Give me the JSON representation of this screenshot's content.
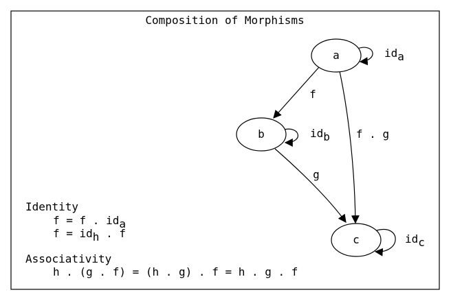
{
  "title": "Composition of Morphisms",
  "nodes": {
    "a": {
      "label": "a"
    },
    "b": {
      "label": "b"
    },
    "c": {
      "label": "c"
    }
  },
  "edges": {
    "a_b": {
      "label": "f"
    },
    "b_c": {
      "label": "g"
    },
    "a_c": {
      "label": "f . g"
    },
    "loop_a": {
      "base": "id",
      "sub": "a"
    },
    "loop_b": {
      "base": "id",
      "sub": "b"
    },
    "loop_c": {
      "base": "id",
      "sub": "c"
    }
  },
  "notes": {
    "identity": {
      "heading": "Identity",
      "line1_prefix": "f = f . id",
      "line1_sub": "a",
      "line2_prefix": "f = id",
      "line2_sub": "h",
      "line2_suffix": " . f"
    },
    "associativity": {
      "heading": "Associativity",
      "line1": "h . (g . f) = (h . g) . f = h . g . f"
    }
  },
  "colors": {
    "stroke": "#000000",
    "background": "#ffffff"
  }
}
